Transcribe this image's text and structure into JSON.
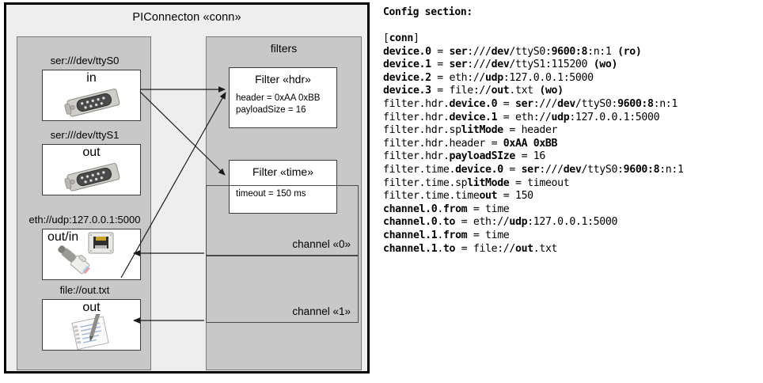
{
  "diagram": {
    "title": "PIConnecton «conn»",
    "devices_panel": {
      "items": [
        {
          "label": "ser:///dev/ttyS0",
          "direction": "in",
          "icon": "serial-port-icon",
          "align": "center"
        },
        {
          "label": "ser:///dev/ttyS1",
          "direction": "out",
          "icon": "serial-port-icon",
          "align": "center"
        },
        {
          "label": "eth://udp:127.0.0.1:5000",
          "direction": "out/in",
          "icon": "ethernet-icon",
          "align": "left"
        },
        {
          "label": "file://out.txt",
          "direction": "out",
          "icon": "text-file-icon",
          "align": "center"
        }
      ]
    },
    "filters_panel": {
      "title": "filters",
      "filters": [
        {
          "title": "Filter «hdr»",
          "props": [
            "header = 0xAA 0xBB",
            "payloadSize = 16"
          ]
        },
        {
          "title": "Filter «time»",
          "props": [
            "timeout = 150 ms"
          ]
        }
      ],
      "channels": [
        {
          "label": "channel «0»"
        },
        {
          "label": "channel «1»"
        }
      ]
    }
  },
  "config": {
    "heading": "Config section:",
    "lines": [
      {
        "segments": [
          {
            "t": "[",
            "b": false
          },
          {
            "t": "conn",
            "b": true
          },
          {
            "t": "]",
            "b": false
          }
        ]
      },
      {
        "segments": [
          {
            "t": "device.0",
            "b": true
          },
          {
            "t": " = ",
            "b": false
          },
          {
            "t": "ser",
            "b": true
          },
          {
            "t": ":///",
            "b": false
          },
          {
            "t": "dev",
            "b": true
          },
          {
            "t": "/ttyS0:",
            "b": false
          },
          {
            "t": "9600:8",
            "b": true
          },
          {
            "t": ":n:1 ",
            "b": false
          },
          {
            "t": "(ro)",
            "b": true
          }
        ]
      },
      {
        "segments": [
          {
            "t": "device.1",
            "b": true
          },
          {
            "t": " = ",
            "b": false
          },
          {
            "t": "ser",
            "b": true
          },
          {
            "t": ":///",
            "b": false
          },
          {
            "t": "dev",
            "b": true
          },
          {
            "t": "/ttyS1:115200 ",
            "b": false
          },
          {
            "t": "(wo)",
            "b": true
          }
        ]
      },
      {
        "segments": [
          {
            "t": "device.2",
            "b": true
          },
          {
            "t": " = eth://",
            "b": false
          },
          {
            "t": "udp",
            "b": true
          },
          {
            "t": ":127.0.0.1:5000",
            "b": false
          }
        ]
      },
      {
        "segments": [
          {
            "t": "device.3",
            "b": true
          },
          {
            "t": " = file://",
            "b": false
          },
          {
            "t": "out",
            "b": true
          },
          {
            "t": ".txt ",
            "b": false
          },
          {
            "t": "(wo)",
            "b": true
          }
        ]
      },
      {
        "segments": [
          {
            "t": "filter.hdr.",
            "b": false
          },
          {
            "t": "device.0",
            "b": true
          },
          {
            "t": " = ",
            "b": false
          },
          {
            "t": "ser",
            "b": true
          },
          {
            "t": ":///",
            "b": false
          },
          {
            "t": "dev",
            "b": true
          },
          {
            "t": "/ttyS0:",
            "b": false
          },
          {
            "t": "9600:8",
            "b": true
          },
          {
            "t": ":n:1",
            "b": false
          }
        ]
      },
      {
        "segments": [
          {
            "t": "filter.hdr.",
            "b": false
          },
          {
            "t": "device.1",
            "b": true
          },
          {
            "t": " = eth://",
            "b": false
          },
          {
            "t": "udp",
            "b": true
          },
          {
            "t": ":127.0.0.1:5000",
            "b": false
          }
        ]
      },
      {
        "segments": [
          {
            "t": "filter.hdr.sp",
            "b": false
          },
          {
            "t": "litMode",
            "b": true
          },
          {
            "t": " = header",
            "b": false
          }
        ]
      },
      {
        "segments": [
          {
            "t": "filter.hdr.header = ",
            "b": false
          },
          {
            "t": "0xAA 0xBB",
            "b": true
          }
        ]
      },
      {
        "segments": [
          {
            "t": "filter.hdr.",
            "b": false
          },
          {
            "t": "payloadSIze",
            "b": true
          },
          {
            "t": " = 16",
            "b": false
          }
        ]
      },
      {
        "segments": [
          {
            "t": "filter.time.",
            "b": false
          },
          {
            "t": "device.0",
            "b": true
          },
          {
            "t": " = ",
            "b": false
          },
          {
            "t": "ser",
            "b": true
          },
          {
            "t": ":///",
            "b": false
          },
          {
            "t": "dev",
            "b": true
          },
          {
            "t": "/ttyS0:",
            "b": false
          },
          {
            "t": "9600:8",
            "b": true
          },
          {
            "t": ":n:1",
            "b": false
          }
        ]
      },
      {
        "segments": [
          {
            "t": "filter.time.sp",
            "b": false
          },
          {
            "t": "litMode",
            "b": true
          },
          {
            "t": " = timeout",
            "b": false
          }
        ]
      },
      {
        "segments": [
          {
            "t": "filter.time.time",
            "b": false
          },
          {
            "t": "out",
            "b": true
          },
          {
            "t": " = 150",
            "b": false
          }
        ]
      },
      {
        "segments": [
          {
            "t": "channel.0",
            "b": true
          },
          {
            "t": ".",
            "b": false
          },
          {
            "t": "from",
            "b": true
          },
          {
            "t": " = time",
            "b": false
          }
        ]
      },
      {
        "segments": [
          {
            "t": "channel.0",
            "b": true
          },
          {
            "t": ".",
            "b": false
          },
          {
            "t": "to",
            "b": true
          },
          {
            "t": " = eth://",
            "b": false
          },
          {
            "t": "udp",
            "b": true
          },
          {
            "t": ":127.0.0.1:5000",
            "b": false
          }
        ]
      },
      {
        "segments": [
          {
            "t": "channel.1",
            "b": true
          },
          {
            "t": ".",
            "b": false
          },
          {
            "t": "from",
            "b": true
          },
          {
            "t": " = time",
            "b": false
          }
        ]
      },
      {
        "segments": [
          {
            "t": "channel.1",
            "b": true
          },
          {
            "t": ".",
            "b": false
          },
          {
            "t": "to",
            "b": true
          },
          {
            "t": " = file://",
            "b": false
          },
          {
            "t": "out",
            "b": true
          },
          {
            "t": ".txt",
            "b": false
          }
        ]
      }
    ]
  },
  "colors": {
    "outer_frame": "#000000",
    "canvas": "#eeeeee",
    "panel_fill": "#c8c8c8",
    "panel_stroke": "#7a7a7a",
    "card_fill": "#ffffff",
    "card_stroke": "#3c3c3c",
    "arrow": "#1a1a1a"
  }
}
